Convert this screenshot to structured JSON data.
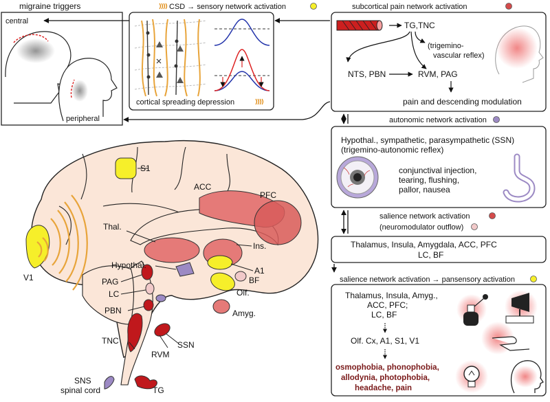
{
  "triggers": {
    "title": "migraine triggers",
    "central": "central",
    "peripheral": "peripheral"
  },
  "csd": {
    "header": "CSD → sensory network activation",
    "caption": "cortical spreading depression"
  },
  "subcortical": {
    "header": "subcortical pain network activation",
    "tg_tnc": "TG,TNC",
    "reflex_line1": "(trigemino-",
    "reflex_line2": "vascular reflex)",
    "nts_pbn": "NTS, PBN",
    "rvm_pag": "RVM, PAG",
    "outcome": "pain and descending modulation"
  },
  "autonomic": {
    "header": "autonomic network activation",
    "line1": "Hypothal., sympathetic, parasympathetic (SSN)",
    "line2": "(trigemino-autonomic reflex)",
    "symptoms": [
      "conjunctival injection,",
      "tearing, flushing,",
      "pallor, nausea"
    ]
  },
  "salience": {
    "header_line1": "salience network activation",
    "header_line2": "(neuromodulator outflow)",
    "regions_line1": "Thalamus, Insula, Amygdala, ACC, PFC",
    "regions_line2": "LC, BF"
  },
  "pansensory": {
    "header": "salience network activation → pansensory activation",
    "regions": [
      "Thalamus, Insula, Amyg.,",
      "ACC, PFC;",
      "LC, BF"
    ],
    "cortex": "Olf. Cx, A1, S1, V1",
    "outcomes": [
      "osmophobia, phonophobia,",
      "allodynia, photophobia,",
      "headache, pain"
    ]
  },
  "brain_labels": {
    "s1": "S1",
    "acc": "ACC",
    "pfc": "PFC",
    "thal": "Thal.",
    "ins": "Ins.",
    "hypothal": "Hypothal.",
    "a1": "A1",
    "bf": "BF",
    "olf": "Olf.",
    "amyg": "Amyg.",
    "v1": "V1",
    "pag": "PAG",
    "lc": "LC",
    "pbn": "PBN",
    "tnc": "TNC",
    "ssn": "SSN",
    "rvm": "RVM",
    "tg": "TG",
    "sns": "SNS",
    "spinal_cord": "spinal cord"
  },
  "colors": {
    "pain_red": "#d44b4b",
    "dark_red": "#c0181c",
    "yellow": "#f6ef2a",
    "purple": "#9c8ac4",
    "pink": "#f1c9c9",
    "brain_skin": "#fbe6d8",
    "outcome_text": "#7a1a1a"
  }
}
